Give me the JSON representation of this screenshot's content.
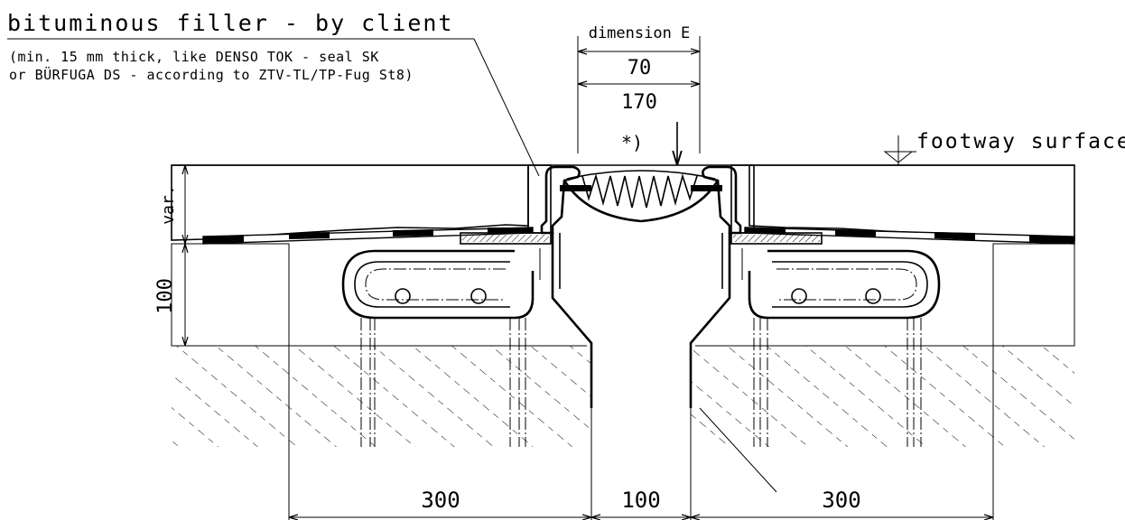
{
  "labels": {
    "filler_title": "bituminous filler - by client",
    "filler_note_line1": "(min. 15 mm thick, like DENSO TOK - seal SK",
    "filler_note_line2": "or BÜRFUGA DS - according to ZTV-TL/TP-Fug St8)",
    "dimension_e": "dimension E",
    "footway_surface": "footway surface",
    "asterisk_note": "*)"
  },
  "dimensions": {
    "gap_min": "70",
    "gap_max": "170",
    "top_depth": "var.",
    "anchor_depth": "100",
    "left_width": "300",
    "center_width": "100",
    "right_width": "300"
  }
}
